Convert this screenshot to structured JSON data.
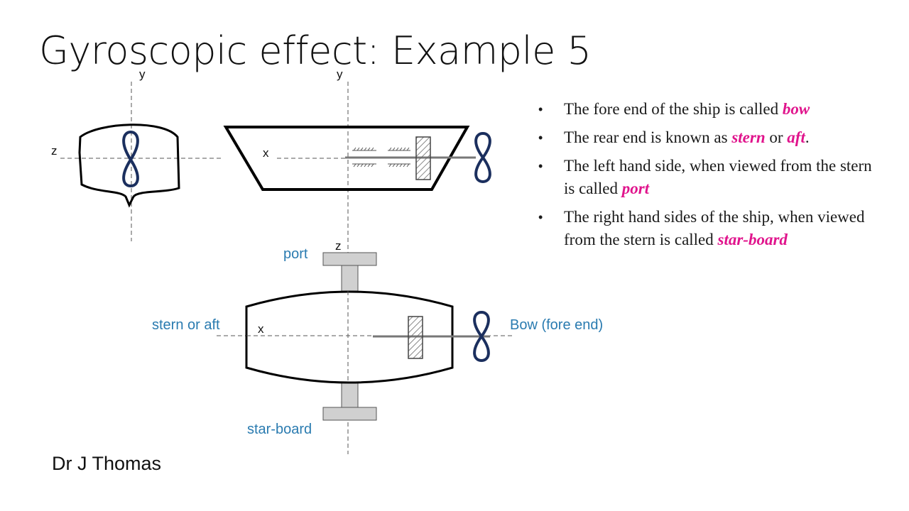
{
  "title": "Gyroscopic effect: Example 5",
  "author": "Dr J Thomas",
  "diagram": {
    "front_view": {
      "axis_y": "y",
      "axis_z": "z"
    },
    "side_view": {
      "axis_y": "y",
      "axis_x": "x"
    },
    "top_view": {
      "axis_z": "z",
      "axis_x": "x",
      "port_label": "port",
      "starboard_label": "star-board",
      "stern_label": "stern or aft",
      "bow_label": "Bow (fore end)"
    }
  },
  "bullets": [
    {
      "pre": " The fore end of the ship is called ",
      "em1": "bow",
      "mid": "",
      "em2": "",
      "post": ""
    },
    {
      "pre": "The rear end is known as ",
      "em1": "stern",
      "mid": " or ",
      "em2": "aft",
      "post": "."
    },
    {
      "pre": "The left hand side, when viewed from the stern is called ",
      "em1": "port",
      "mid": "",
      "em2": "",
      "post": ""
    },
    {
      "pre": "The right hand sides of the ship, when viewed from the stern is called ",
      "em1": "star-board",
      "mid": "",
      "em2": "",
      "post": ""
    }
  ],
  "colors": {
    "highlight": "#e0148c",
    "label_blue": "#2a7bb0",
    "propeller": "#1b2f5e",
    "body_outline": "#000000"
  }
}
